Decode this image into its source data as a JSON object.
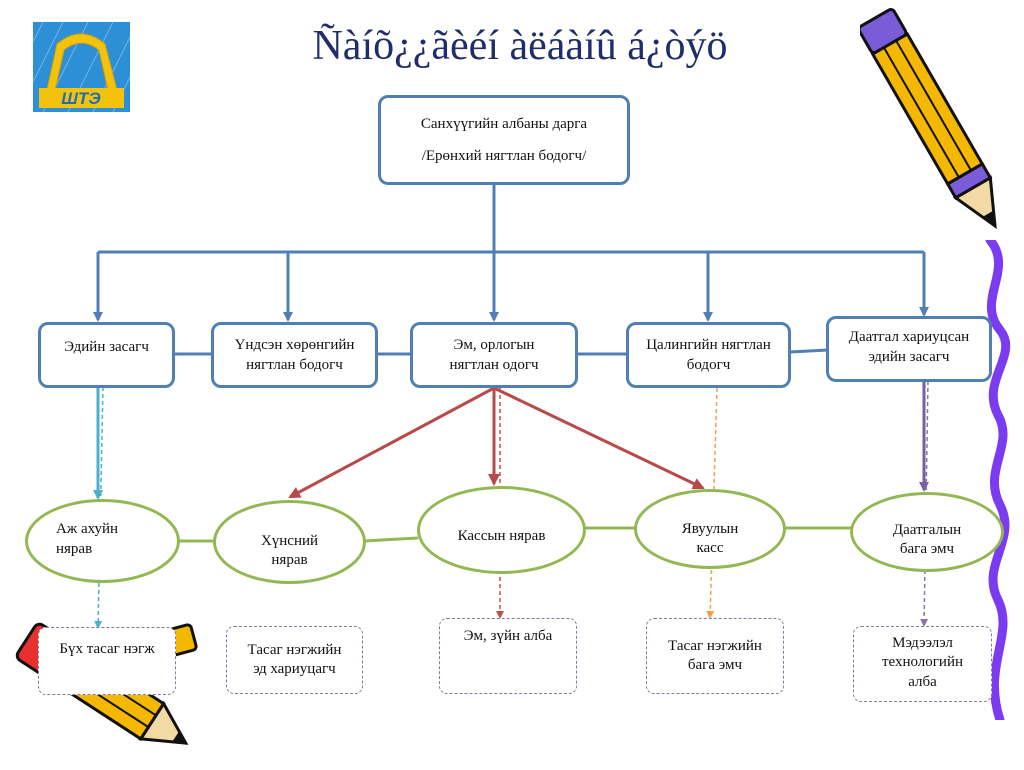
{
  "title": "Ñàíõ¿¿ãèéí àëáàíû á¿òýö",
  "logo": {
    "text": "ШТЭ",
    "colors": {
      "background": "#2d8fd6",
      "arch": "#f2c20d"
    }
  },
  "top_box": {
    "line1": "Санхүүгийн албаны дарга",
    "line2": "/Ерөнхий нягтлан бодогч/"
  },
  "level2": [
    {
      "id": "economist",
      "lines": [
        "Эдийн засагч"
      ]
    },
    {
      "id": "fixed-asset-accountant",
      "lines": [
        "Үндсэн хөрөнгийн",
        "нягтлан бодогч"
      ]
    },
    {
      "id": "medicine-accountant",
      "lines": [
        "Эм, орлогын",
        "нягтлан одогч"
      ]
    },
    {
      "id": "salary-accountant",
      "lines": [
        "Цалингийн нягтлан",
        "бодогч"
      ]
    },
    {
      "id": "insurance-economist",
      "lines": [
        "Даатгал хариуцсан",
        "эдийн засагч"
      ]
    }
  ],
  "level3": [
    {
      "id": "supply-clerk",
      "lines": [
        "Аж ахуйн",
        "нярав"
      ]
    },
    {
      "id": "food-clerk",
      "lines": [
        "Хүнсний",
        "нярав"
      ]
    },
    {
      "id": "cashier-clerk",
      "lines": [
        "Кассын нярав"
      ]
    },
    {
      "id": "mobile-cashier",
      "lines": [
        "Явуулын",
        "касс"
      ]
    },
    {
      "id": "insurance-nurse",
      "lines": [
        "Даатгалын",
        "бага эмч"
      ]
    }
  ],
  "level4": [
    {
      "id": "all-wards",
      "lines": [
        "Бүх тасаг нэгж"
      ]
    },
    {
      "id": "ward-manager",
      "lines": [
        "Тасаг нэгжийн",
        "эд хариуцагч"
      ]
    },
    {
      "id": "pharmacy",
      "lines": [
        "Эм, зүйн алба"
      ]
    },
    {
      "id": "ward-nurse",
      "lines": [
        "Тасаг нэгжийн",
        "бага эмч"
      ]
    },
    {
      "id": "it-office",
      "lines": [
        "Мэдээлэл",
        "технологийн",
        "алба"
      ]
    }
  ],
  "colors": {
    "box_border": "#4f7fb5",
    "ellipse_border": "#93b853",
    "red_arrow": "#b84a4a",
    "teal_arrow": "#4bb0cc",
    "purple_arrow": "#7a5ea0",
    "orange_dash": "#f0a04b",
    "dashed_box": "#8a74a8",
    "title": "#1f2d6b"
  }
}
